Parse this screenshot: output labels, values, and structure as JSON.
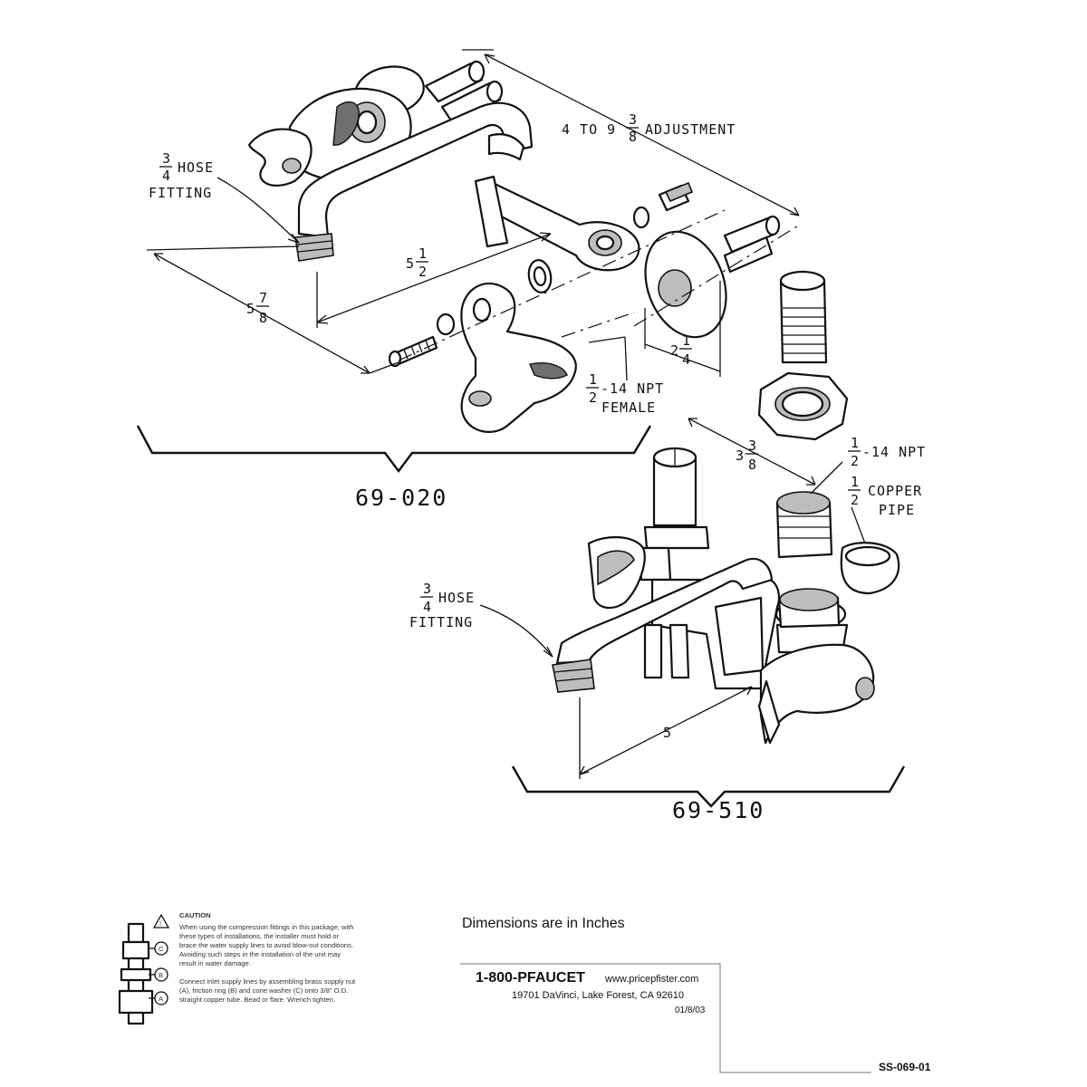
{
  "labels": {
    "hose_fitting_1": {
      "whole": "",
      "num": "3",
      "den": "4",
      "line1": "HOSE",
      "line2": "FITTING"
    },
    "hose_fitting_2": {
      "whole": "",
      "num": "3",
      "den": "4",
      "line1": "HOSE",
      "line2": "FITTING"
    },
    "adjustment": "4 TO 9",
    "adjustment_frac": {
      "num": "3",
      "den": "8"
    },
    "adjustment_word": "ADJUSTMENT",
    "npt_female": {
      "num": "1",
      "den": "2",
      "line1": "-14 NPT",
      "line2": "FEMALE"
    },
    "npt_right": {
      "num": "1",
      "den": "2",
      "line1": "-14 NPT"
    },
    "copper_pipe": {
      "num": "1",
      "den": "2",
      "line1": "COPPER",
      "line2": "PIPE"
    }
  },
  "dimensions": {
    "d_5_1_2": {
      "whole": "5",
      "num": "1",
      "den": "2"
    },
    "d_5_7_8": {
      "whole": "5",
      "num": "7",
      "den": "8"
    },
    "d_2_1_4": {
      "whole": "2",
      "num": "1",
      "den": "4"
    },
    "d_3_3_8": {
      "whole": "3",
      "num": "3",
      "den": "8"
    },
    "d_5": "5"
  },
  "models": {
    "top": "69-020",
    "bottom": "69-510"
  },
  "caution": {
    "title": "CAUTION",
    "lines": [
      "When using the compression fittings in this package, with",
      "these types of installations, the installer must hold or",
      "brace the water supply lines to avoid blow-out conditions.",
      "Avoiding such steps in the installation of the unit may",
      "result in water damage.",
      "",
      "Connect inlet supply lines by assembling brass supply nut",
      "(A), friction ring (B) and cone washer (C) onto 3/8\" O.D.",
      "straight copper tube. Bead or flare. Wrench tighten."
    ],
    "callouts": [
      "C",
      "B",
      "A"
    ]
  },
  "footer": {
    "dimensions_note": "Dimensions are in Inches",
    "phone": "1-800-PFAUCET",
    "website": "www.pricepfister.com",
    "address": "19701 DaVinci, Lake Forest, CA  92610",
    "date": "01/8/03",
    "doc_number": "SS-069-01"
  }
}
